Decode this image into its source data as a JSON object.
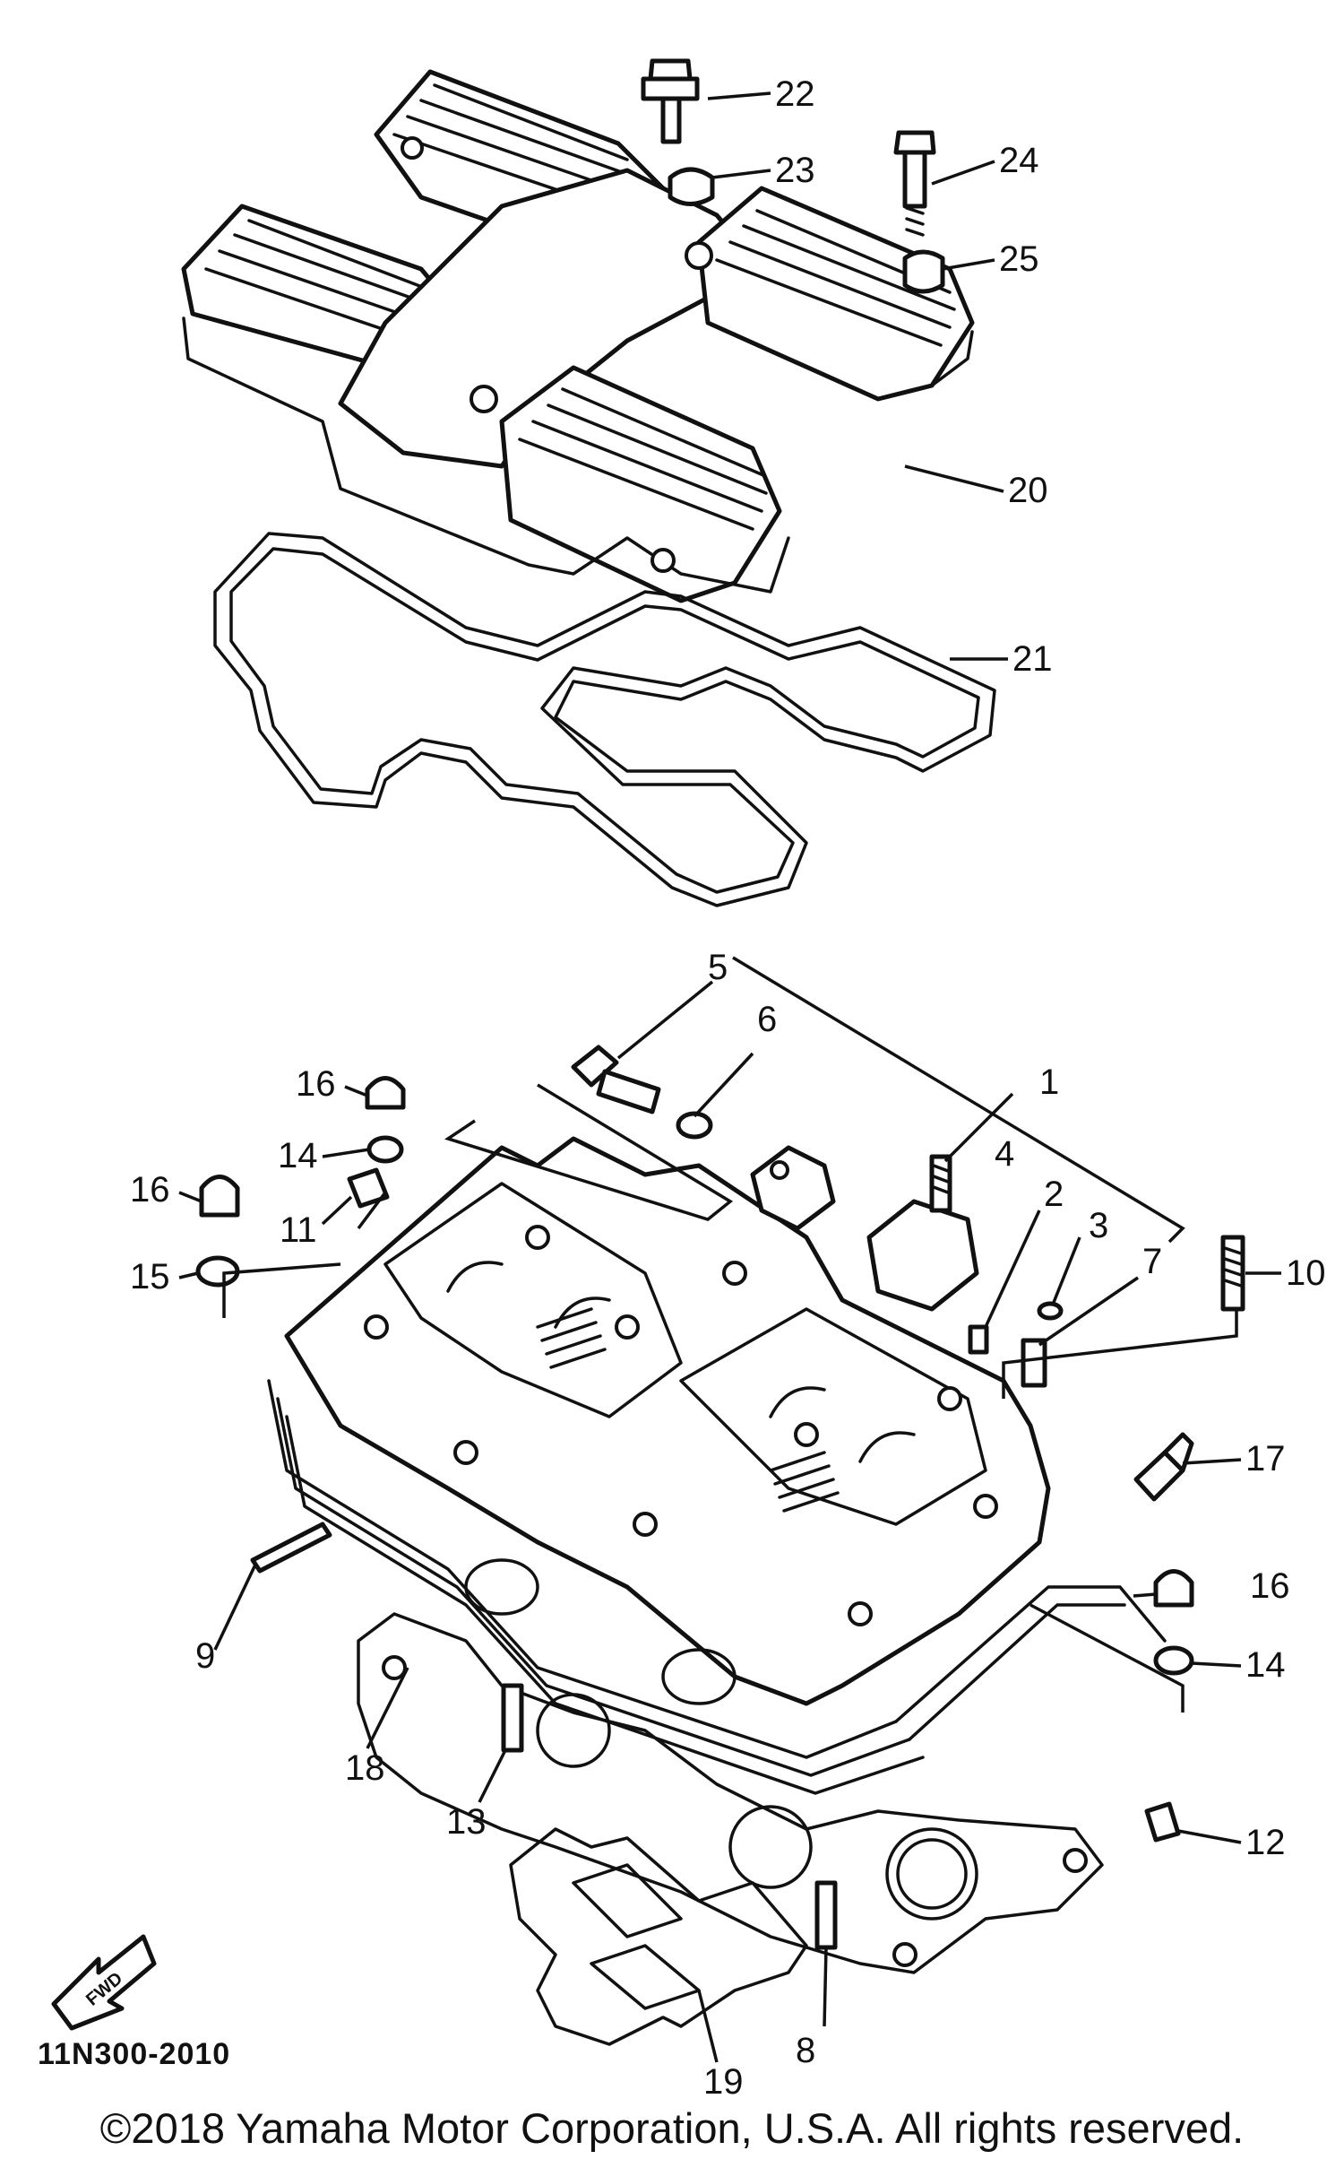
{
  "diagram": {
    "callouts": [
      "1",
      "2",
      "3",
      "4",
      "5",
      "6",
      "7",
      "8",
      "9",
      "10",
      "11",
      "12",
      "13",
      "14",
      "14",
      "15",
      "16",
      "16",
      "16",
      "17",
      "18",
      "19",
      "20",
      "21",
      "22",
      "23",
      "24",
      "25"
    ],
    "front_marker": "FWD",
    "diagram_code": "11N300-2010"
  },
  "footer": {
    "copyright": "©2018 Yamaha Motor Corporation, U.S.A. All rights reserved."
  },
  "colors": {
    "line": "#111111",
    "background": "#ffffff"
  },
  "icons": [
    "front-direction-arrow-icon"
  ]
}
